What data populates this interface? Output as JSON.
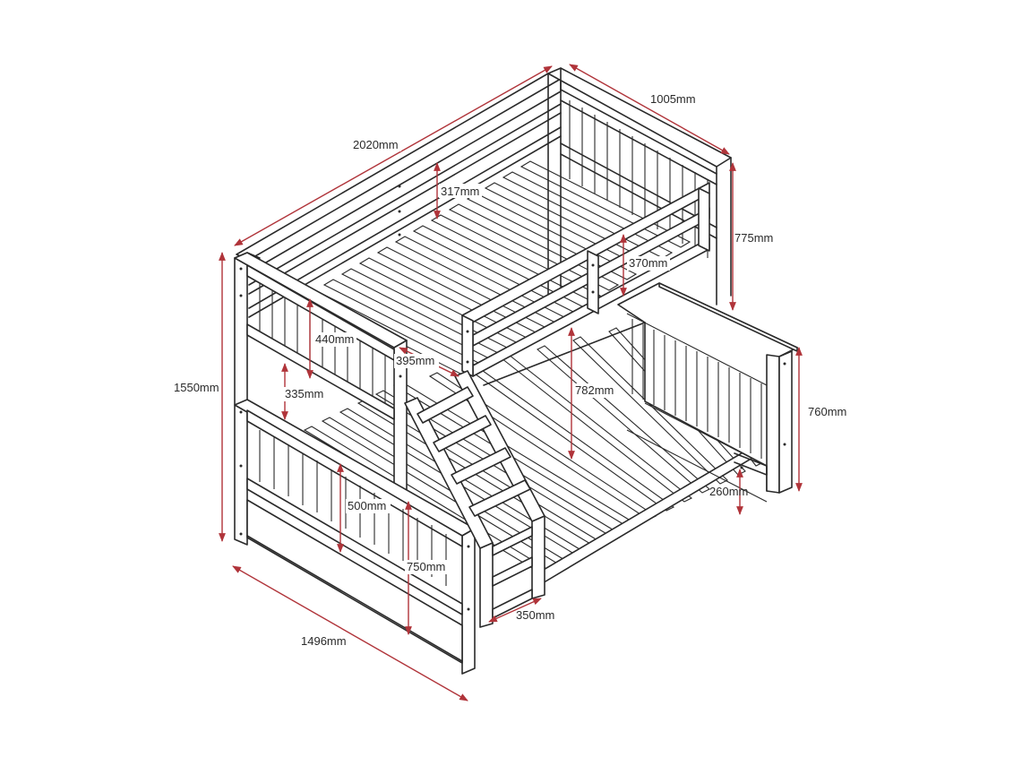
{
  "dimensions": {
    "overall_length": "2020mm",
    "top_width": "1005mm",
    "top_guard_height": "775mm",
    "top_rail_gap": "317mm",
    "top_side_rail_gap": "370mm",
    "end_rail_gap": "440mm",
    "ladder_opening": "395mm",
    "upper_rail_to_lower": "335mm",
    "overall_height": "1550mm",
    "under_top_clearance": "782mm",
    "bottom_end_height": "760mm",
    "floor_clearance": "260mm",
    "bottom_rail_gap": "500mm",
    "foot_end_height": "750mm",
    "ladder_width": "350mm",
    "bottom_width": "1496mm"
  },
  "colors": {
    "line": "#2a2a2a",
    "dimension": "#b0343a",
    "background": "#ffffff"
  }
}
